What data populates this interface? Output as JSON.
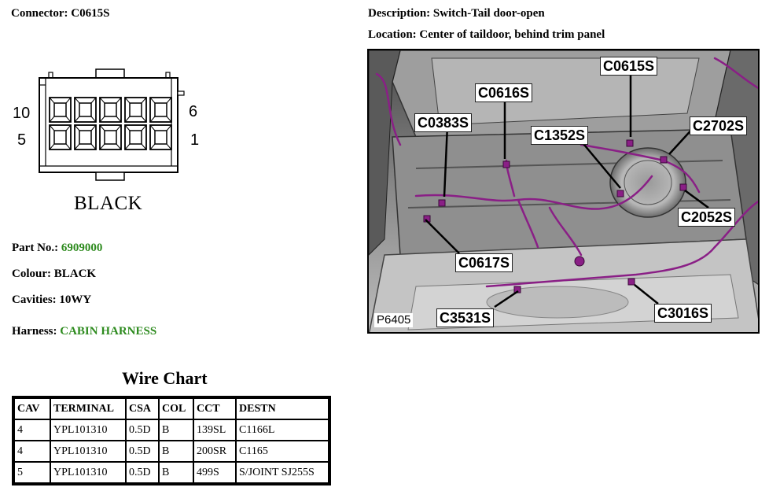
{
  "connector": {
    "label": "Connector:",
    "value": "C0615S"
  },
  "description": {
    "label": "Description:",
    "value": "Switch-Tail door-open"
  },
  "location": {
    "label": "Location:",
    "value": "Center of taildoor, behind trim panel"
  },
  "diagram": {
    "pin_top_left": "10",
    "pin_bottom_left": "5",
    "pin_top_right": "6",
    "pin_bottom_right": "1",
    "color_label": "BLACK",
    "cavity_count": 10
  },
  "part_no": {
    "label": "Part No.:",
    "value": "6909000"
  },
  "colour": {
    "label": "Colour:",
    "value": "BLACK"
  },
  "cavities": {
    "label": "Cavities:",
    "value": "10WY"
  },
  "harness": {
    "label": "Harness:",
    "value": "CABIN HARNESS"
  },
  "wire_chart": {
    "title": "Wire Chart",
    "headers": [
      "CAV",
      "TERMINAL",
      "CSA",
      "COL",
      "CCT",
      "DESTN"
    ],
    "rows": [
      [
        "4",
        "YPL101310",
        "0.5D",
        "B",
        "139SL",
        "C1166L"
      ],
      [
        "4",
        "YPL101310",
        "0.5D",
        "B",
        "200SR",
        "C1165"
      ],
      [
        "5",
        "YPL101310",
        "0.5D",
        "B",
        "499S",
        "S/JOINT SJ255S"
      ]
    ]
  },
  "photo": {
    "code": "P6405",
    "callouts": [
      "C0615S",
      "C0616S",
      "C0383S",
      "C1352S",
      "C2702S",
      "C2052S",
      "C0617S",
      "C3531S",
      "C3016S"
    ]
  },
  "colors": {
    "link_green": "#2e8b1f",
    "harness_purple": "#8a1f86"
  }
}
